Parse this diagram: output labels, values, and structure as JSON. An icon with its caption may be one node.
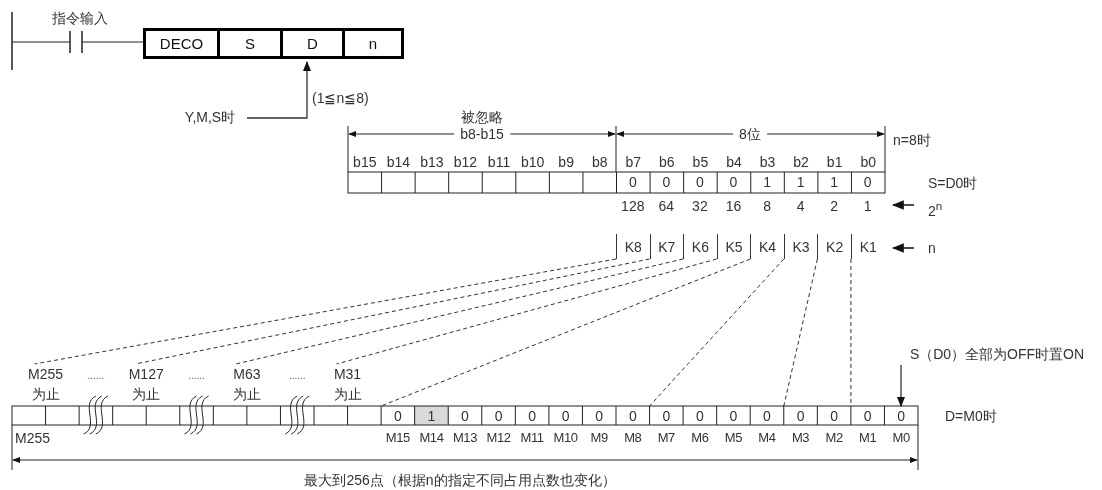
{
  "diagram": {
    "nodes": [
      {
        "text": [
          "DECO"
        ]
      },
      {
        "text": [
          "S"
        ]
      },
      {
        "text": [
          "D"
        ]
      },
      {
        "text": [
          "n"
        ]
      },
      {
        "text": [
          "Y,M,S时"
        ]
      },
      {
        "text": [
          "K8"
        ]
      },
      {
        "text": [
          "K7"
        ]
      },
      {
        "text": [
          "K6"
        ]
      },
      {
        "text": [
          "K5"
        ]
      },
      {
        "text": [
          "K4"
        ]
      },
      {
        "text": [
          "K3"
        ]
      },
      {
        "text": [
          "K2"
        ]
      },
      {
        "text": [
          "K1"
        ]
      },
      {
        "text": [
          "S（D0）全部为OFF时置ON"
        ]
      },
      {
        "text": [
          "M255 为止"
        ]
      },
      {
        "text": [
          "M127 为止"
        ]
      },
      {
        "text": [
          "M63 为止"
        ]
      },
      {
        "text": [
          "M31 为止"
        ]
      },
      {
        "text": [
          "0"
        ]
      },
      {
        "text": [
          "0"
        ]
      }
    ],
    "edges": [
      {
        "from": 4,
        "to": 2,
        "arrow": "to"
      },
      {
        "from": 5,
        "to": 14,
        "arrow": "none",
        "style": "dashed"
      },
      {
        "from": 6,
        "to": 15,
        "arrow": "none",
        "style": "dashed"
      },
      {
        "from": 7,
        "to": 16,
        "arrow": "none",
        "style": "dashed"
      },
      {
        "from": 8,
        "to": 17,
        "arrow": "none",
        "style": "dashed"
      },
      {
        "from": 9,
        "to": 19,
        "arrow": "none",
        "style": "dashed"
      },
      {
        "from": 10,
        "to": null,
        "arrow": "none",
        "style": "dashed"
      },
      {
        "from": 11,
        "to": null,
        "arrow": "none",
        "style": "dashed"
      },
      {
        "from": 12,
        "to": null,
        "arrow": "none",
        "style": "dashed"
      },
      {
        "from": 13,
        "to": 18,
        "arrow": "to"
      }
    ],
    "labels": [
      "指令输入",
      "(1≦n≦8)",
      "被忽略",
      "b8-b15",
      "8位",
      "n=8时",
      "b15",
      "b14",
      "b13",
      "b12",
      "b11",
      "b10",
      "b9",
      "b8",
      "b7",
      "b6",
      "b5",
      "b4",
      "b3",
      "b2",
      "b1",
      "b0",
      "0",
      "0",
      "0",
      "0",
      "1",
      "1",
      "1",
      "0",
      "S=D0时",
      "128",
      "64",
      "32",
      "16",
      "8",
      "4",
      "2",
      "1",
      "2$^{n}$",
      "n",
      "......",
      "......",
      "......",
      "1",
      "0",
      "0",
      "0",
      "0",
      "0",
      "0",
      "0",
      "0",
      "0",
      "0",
      "0",
      "0",
      "0",
      "D=M0时",
      "M255",
      "M15",
      "M14",
      "M13",
      "M12",
      "M11",
      "M10",
      "M9",
      "M8",
      "M7",
      "M6",
      "M5",
      "M4",
      "M3",
      "M2",
      "M1",
      "M0",
      "最大到256点（根据n的指定不同占用点数也变化）"
    ]
  }
}
